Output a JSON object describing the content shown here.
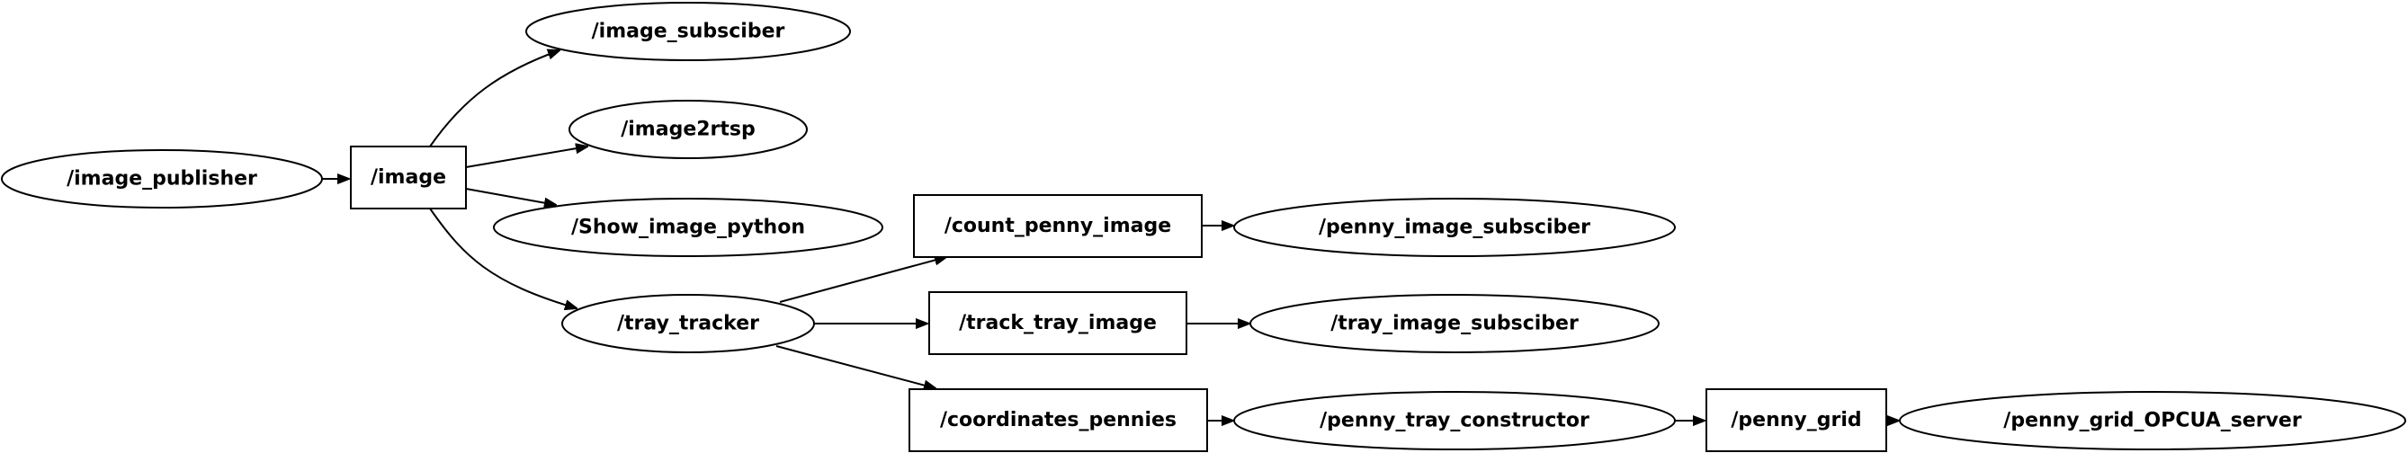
{
  "graph": {
    "nodes": [
      {
        "id": "n_image_publisher",
        "label": "/image_publisher",
        "kind": "node"
      },
      {
        "id": "t_image",
        "label": "/image",
        "kind": "topic"
      },
      {
        "id": "n_image_subsciber",
        "label": "/image_subsciber",
        "kind": "node"
      },
      {
        "id": "n_image2rtsp",
        "label": "/image2rtsp",
        "kind": "node"
      },
      {
        "id": "n_show_image_python",
        "label": "/Show_image_python",
        "kind": "node"
      },
      {
        "id": "n_tray_tracker",
        "label": "/tray_tracker",
        "kind": "node"
      },
      {
        "id": "t_count_penny_image",
        "label": "/count_penny_image",
        "kind": "topic"
      },
      {
        "id": "t_track_tray_image",
        "label": "/track_tray_image",
        "kind": "topic"
      },
      {
        "id": "t_coordinates_pennies",
        "label": "/coordinates_pennies",
        "kind": "topic"
      },
      {
        "id": "n_penny_image_subsciber",
        "label": "/penny_image_subsciber",
        "kind": "node"
      },
      {
        "id": "n_tray_image_subsciber",
        "label": "/tray_image_subsciber",
        "kind": "node"
      },
      {
        "id": "n_penny_tray_constructor",
        "label": "/penny_tray_constructor",
        "kind": "node"
      },
      {
        "id": "t_penny_grid",
        "label": "/penny_grid",
        "kind": "topic"
      },
      {
        "id": "n_penny_grid_opcua_server",
        "label": "/penny_grid_OPCUA_server",
        "kind": "node"
      }
    ],
    "edges": [
      {
        "from": "n_image_publisher",
        "to": "t_image"
      },
      {
        "from": "t_image",
        "to": "n_image_subsciber"
      },
      {
        "from": "t_image",
        "to": "n_image2rtsp"
      },
      {
        "from": "t_image",
        "to": "n_show_image_python"
      },
      {
        "from": "t_image",
        "to": "n_tray_tracker"
      },
      {
        "from": "n_tray_tracker",
        "to": "t_count_penny_image"
      },
      {
        "from": "n_tray_tracker",
        "to": "t_track_tray_image"
      },
      {
        "from": "n_tray_tracker",
        "to": "t_coordinates_pennies"
      },
      {
        "from": "t_count_penny_image",
        "to": "n_penny_image_subsciber"
      },
      {
        "from": "t_track_tray_image",
        "to": "n_tray_image_subsciber"
      },
      {
        "from": "t_coordinates_pennies",
        "to": "n_penny_tray_constructor"
      },
      {
        "from": "n_penny_tray_constructor",
        "to": "t_penny_grid"
      },
      {
        "from": "t_penny_grid",
        "to": "n_penny_grid_opcua_server"
      }
    ]
  }
}
